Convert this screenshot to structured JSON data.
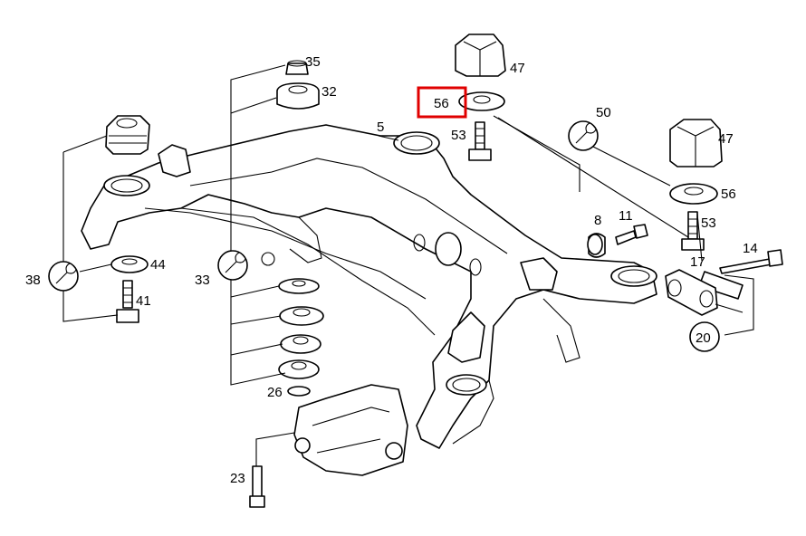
{
  "callouts": {
    "n5": "5",
    "n8": "8",
    "n11": "11",
    "n14": "14",
    "n17": "17",
    "n20": "20",
    "n23": "23",
    "n26": "26",
    "n32": "32",
    "n33": "33",
    "n35": "35",
    "n38": "38",
    "n41": "41",
    "n44": "44",
    "n47a": "47",
    "n47b": "47",
    "n50": "50",
    "n53a": "53",
    "n53b": "53",
    "n56a": "56",
    "n56b": "56"
  },
  "highlight": {
    "label": "56",
    "color": "#e00000"
  },
  "icons": [
    "wrench-icon"
  ],
  "colors": {
    "line": "#000000",
    "background": "#ffffff"
  }
}
